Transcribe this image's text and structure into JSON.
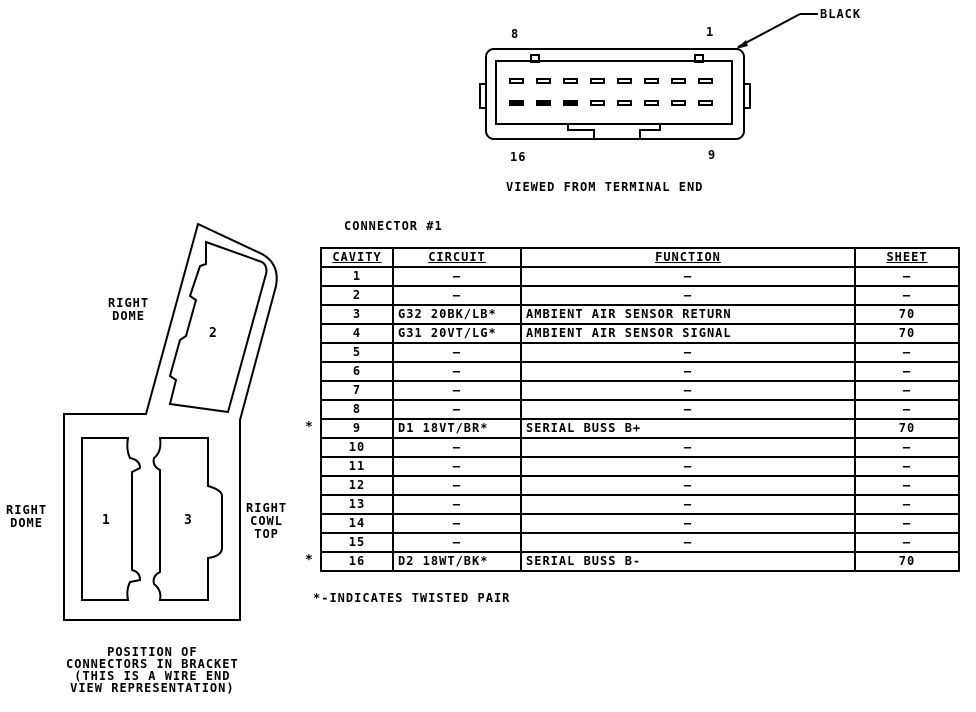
{
  "connector_view": {
    "label_black": "BLACK",
    "pin_top_left": "8",
    "pin_top_right": "1",
    "pin_bottom_left": "16",
    "pin_bottom_right": "9",
    "caption": "VIEWED FROM TERMINAL END"
  },
  "bracket": {
    "label_top": "RIGHT\nDOME",
    "label_left": "RIGHT\nDOME",
    "label_right": "RIGHT\nCOWL\nTOP",
    "slot_1": "1",
    "slot_2": "2",
    "slot_3": "3",
    "caption": "POSITION OF\nCONNECTORS IN BRACKET\n(THIS IS A WIRE END\nVIEW REPRESENTATION)"
  },
  "table": {
    "title": "CONNECTOR #1",
    "headers": [
      "CAVITY",
      "CIRCUIT",
      "FUNCTION",
      "SHEET"
    ],
    "rows": [
      {
        "cavity": "1",
        "circuit": "—",
        "function": "—",
        "sheet": "—",
        "star": ""
      },
      {
        "cavity": "2",
        "circuit": "—",
        "function": "—",
        "sheet": "—",
        "star": ""
      },
      {
        "cavity": "3",
        "circuit": "G32 20BK/LB*",
        "function": "AMBIENT AIR SENSOR RETURN",
        "sheet": "70",
        "star": ""
      },
      {
        "cavity": "4",
        "circuit": "G31 20VT/LG*",
        "function": "AMBIENT AIR SENSOR SIGNAL",
        "sheet": "70",
        "star": ""
      },
      {
        "cavity": "5",
        "circuit": "—",
        "function": "—",
        "sheet": "—",
        "star": ""
      },
      {
        "cavity": "6",
        "circuit": "—",
        "function": "—",
        "sheet": "—",
        "star": ""
      },
      {
        "cavity": "7",
        "circuit": "—",
        "function": "—",
        "sheet": "—",
        "star": ""
      },
      {
        "cavity": "8",
        "circuit": "—",
        "function": "—",
        "sheet": "—",
        "star": ""
      },
      {
        "cavity": "9",
        "circuit": "D1 18VT/BR*",
        "function": "SERIAL BUSS B+",
        "sheet": "70",
        "star": "*"
      },
      {
        "cavity": "10",
        "circuit": "—",
        "function": "—",
        "sheet": "—",
        "star": ""
      },
      {
        "cavity": "11",
        "circuit": "—",
        "function": "—",
        "sheet": "—",
        "star": ""
      },
      {
        "cavity": "12",
        "circuit": "—",
        "function": "—",
        "sheet": "—",
        "star": ""
      },
      {
        "cavity": "13",
        "circuit": "—",
        "function": "—",
        "sheet": "—",
        "star": ""
      },
      {
        "cavity": "14",
        "circuit": "—",
        "function": "—",
        "sheet": "—",
        "star": ""
      },
      {
        "cavity": "15",
        "circuit": "—",
        "function": "—",
        "sheet": "—",
        "star": ""
      },
      {
        "cavity": "16",
        "circuit": "D2 18WT/BK*",
        "function": "SERIAL BUSS B-",
        "sheet": "70",
        "star": "*"
      }
    ],
    "footnote": "*-INDICATES TWISTED PAIR"
  }
}
